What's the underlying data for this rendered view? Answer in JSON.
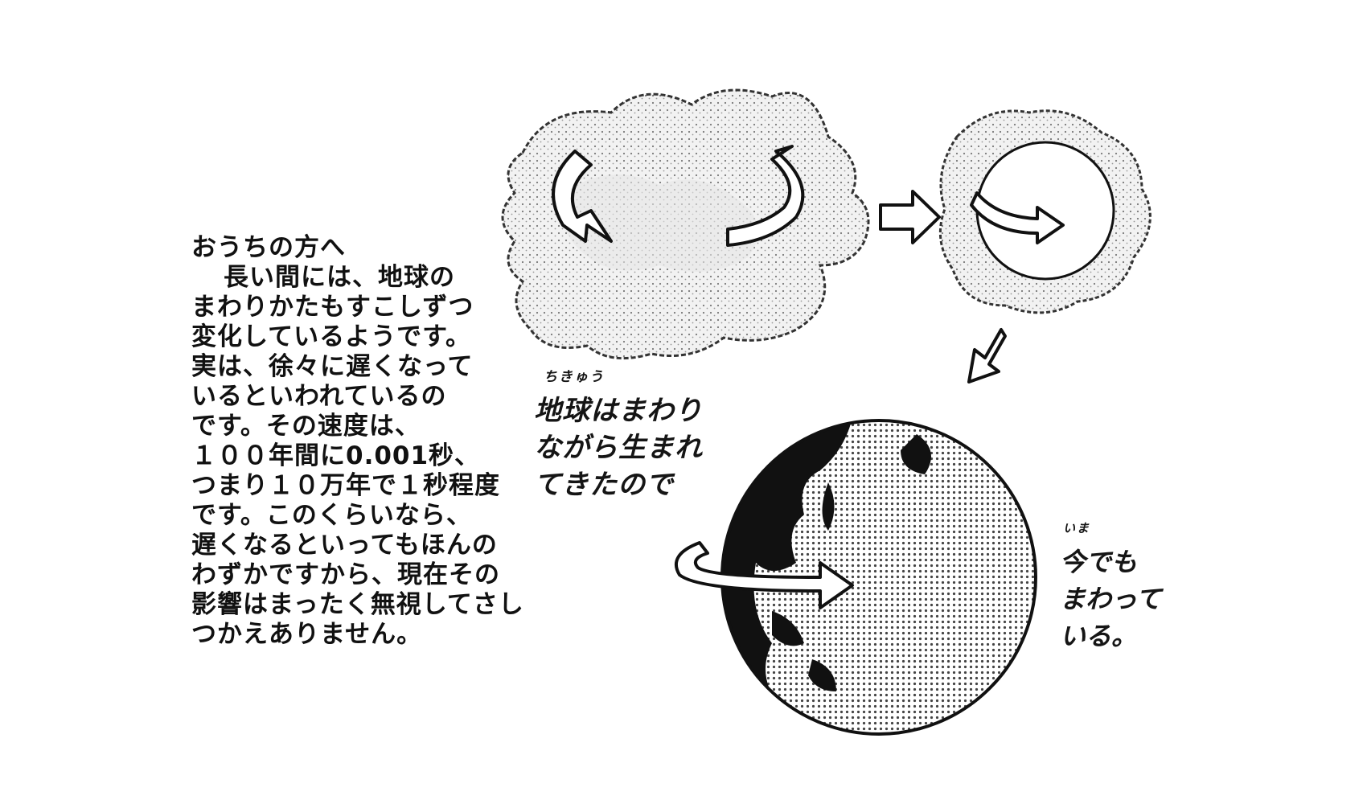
{
  "note": {
    "heading": "おうちの方へ",
    "lines": [
      "長い間には、地球の",
      "まわりかたもすこしずつ",
      "変化しているようです。",
      "実は、徐々に遅くなって",
      "いるといわれているの",
      "です。その速度は、",
      "１００年間に0.001秒、",
      "つまり１０万年で１秒程度",
      "です。このくらいなら、",
      "遅くなるといってもほんの",
      "わずかですから、現在その",
      "影響はまったく無視してさし",
      "つかえありません。"
    ]
  },
  "caption_formation": {
    "ruby": "ちきゅう",
    "lines": [
      "地球はまわり",
      "ながら生まれ",
      "てきたので"
    ]
  },
  "caption_now": {
    "ruby": "いま",
    "lines": [
      "今でも",
      "まわって",
      "いる。"
    ]
  }
}
